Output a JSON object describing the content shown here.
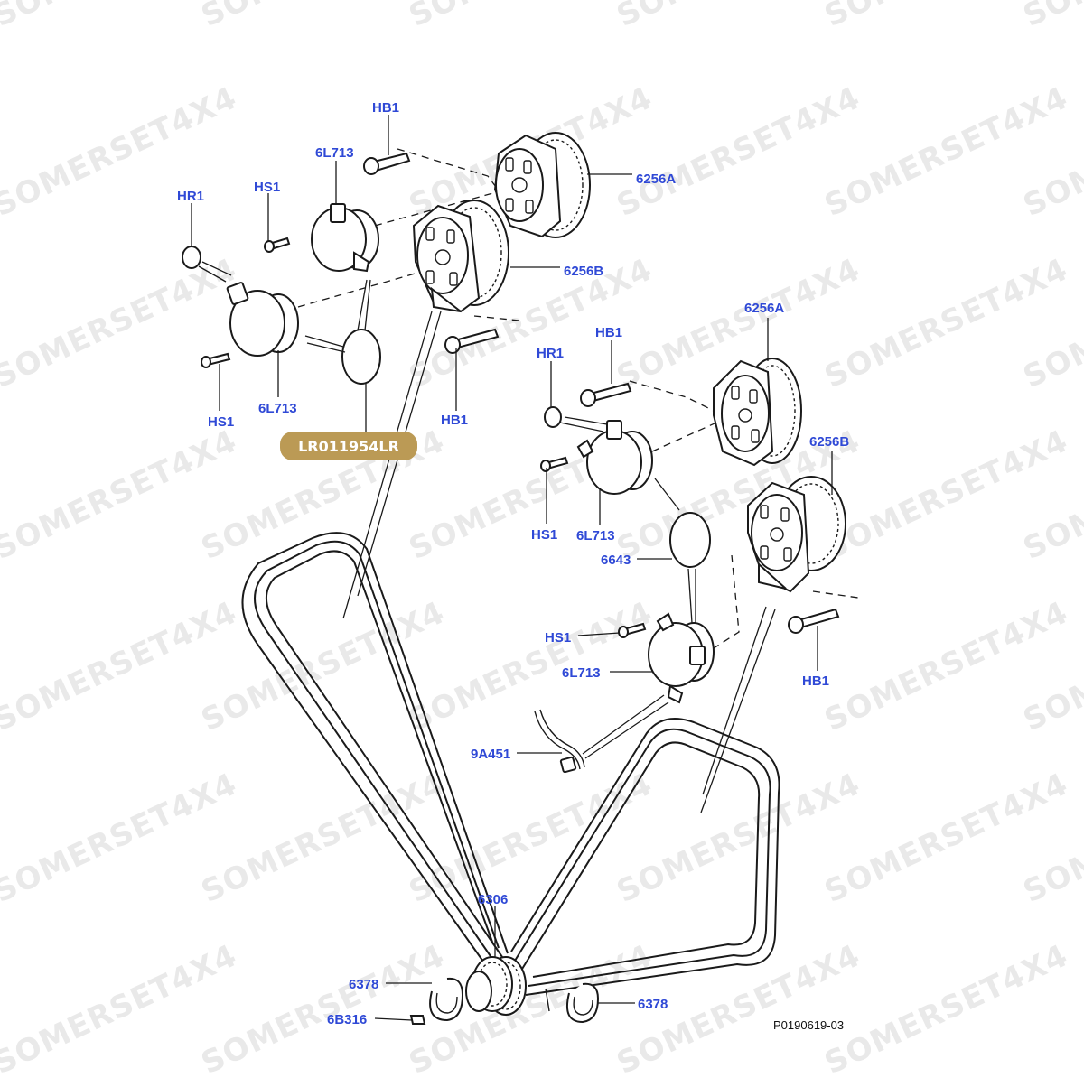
{
  "watermark": "SOMERSET4X4",
  "badge": {
    "text": "LR011954LR",
    "color": "#bb9a55"
  },
  "drawing_code": "P0190619-03",
  "callout_color": "#2f49d6",
  "callouts": {
    "hb1_a": "HB1",
    "sixl713_a": "6L713",
    "hr1_a": "HR1",
    "hs1_a": "HS1",
    "c6256a_a": "6256A",
    "c6256b_a": "6256B",
    "hs1_b": "HS1",
    "sixl713_b": "6L713",
    "hb1_b": "HB1",
    "c6256a_b": "6256A",
    "hb1_c": "HB1",
    "hr1_b": "HR1",
    "c6256b_b": "6256B",
    "hs1_c": "HS1",
    "sixl713_c": "6L713",
    "c6643": "6643",
    "hs1_d": "HS1",
    "sixl713_d": "6L713",
    "hb1_d": "HB1",
    "c9a451": "9A451",
    "c6306": "6306",
    "c6378_a": "6378",
    "c6378_b": "6378",
    "c6b316": "6B316"
  }
}
